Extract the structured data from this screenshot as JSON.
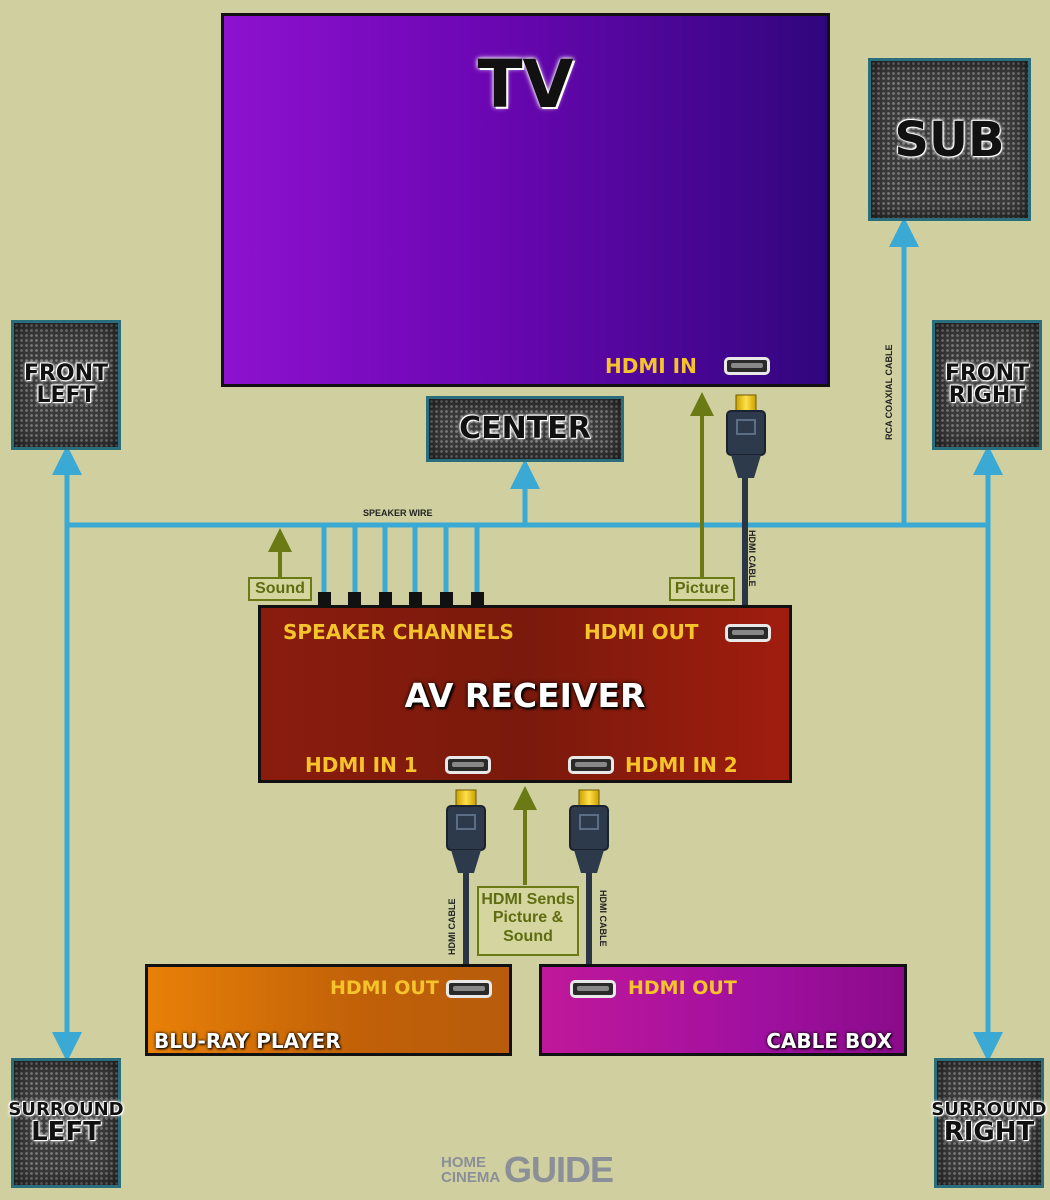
{
  "tv": {
    "title": "TV",
    "port_label": "HDMI IN"
  },
  "speakers": {
    "sub": "SUB",
    "front_left": [
      "FRONT",
      "LEFT"
    ],
    "front_right": [
      "FRONT",
      "RIGHT"
    ],
    "center": "CENTER",
    "surround_left": [
      "SURROUND",
      "LEFT"
    ],
    "surround_right": [
      "SURROUND",
      "RIGHT"
    ]
  },
  "receiver": {
    "title": "AV RECEIVER",
    "speaker_channels": "SPEAKER CHANNELS",
    "hdmi_out": "HDMI OUT",
    "hdmi_in_1": "HDMI IN 1",
    "hdmi_in_2": "HDMI IN 2"
  },
  "bluray": {
    "port_label": "HDMI OUT",
    "name": "BLU-RAY PLAYER"
  },
  "cable_box": {
    "port_label": "HDMI OUT",
    "name": "CABLE BOX"
  },
  "wire_labels": {
    "speaker_wire": "SPEAKER WIRE",
    "rca_coaxial": "RCA COAXIAL CABLE",
    "hdmi_cable": "HDMI CABLE"
  },
  "notes": {
    "sound": "Sound",
    "picture": "Picture",
    "hdmi_sends": [
      "HDMI Sends",
      "Picture &",
      "Sound"
    ]
  },
  "logo": {
    "home": "HOME",
    "cinema": "CINEMA",
    "guide": "GUIDE"
  },
  "colors": {
    "background": "#cfcf9f",
    "speaker_wire": "#3aaad4",
    "signal_arrow": "#6b7a14",
    "label_yellow": "#f5c32a",
    "cable": "#2a3545",
    "plug_gold": "#f2c200"
  },
  "icons": [
    "hdmi-port-icon",
    "hdmi-plug-icon",
    "arrow-up-icon",
    "arrow-down-icon"
  ]
}
